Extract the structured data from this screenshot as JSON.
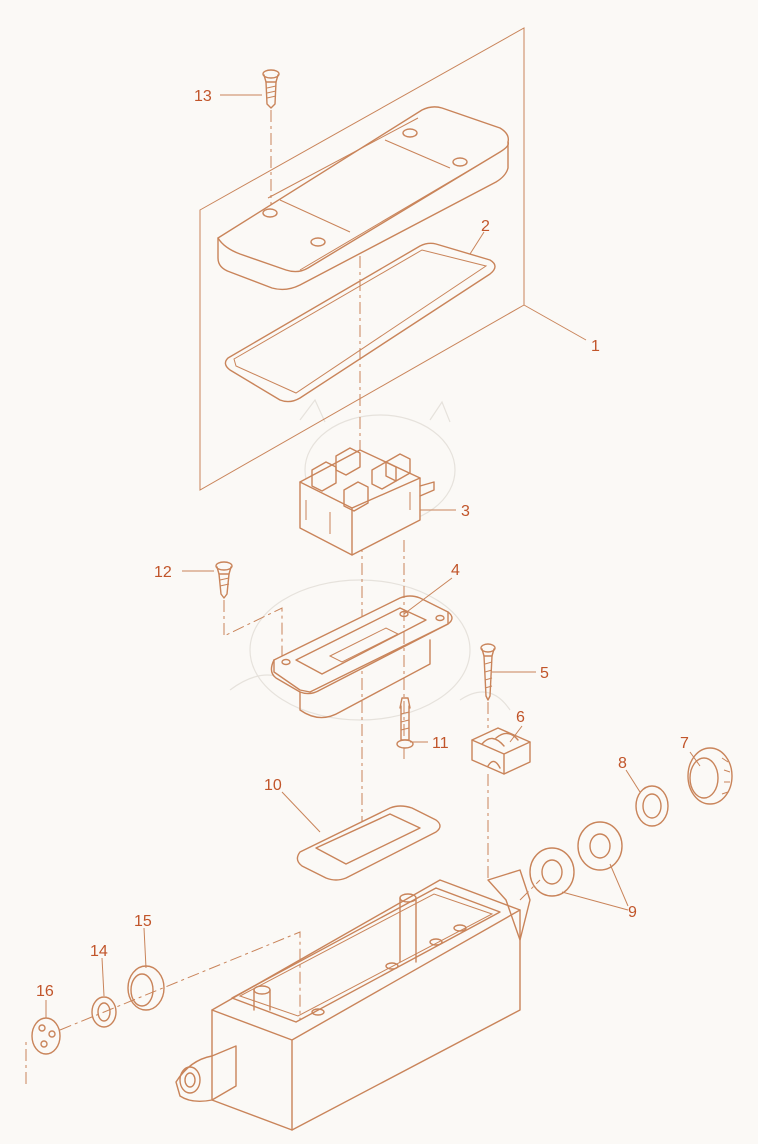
{
  "diagram": {
    "accent_color": "#c1552a",
    "line_color": "#c9845a",
    "background_color": "#fbf9f6",
    "callouts": [
      {
        "id": "1",
        "label": "1"
      },
      {
        "id": "2",
        "label": "2"
      },
      {
        "id": "3",
        "label": "3"
      },
      {
        "id": "4",
        "label": "4"
      },
      {
        "id": "5",
        "label": "5"
      },
      {
        "id": "6",
        "label": "6"
      },
      {
        "id": "7",
        "label": "7"
      },
      {
        "id": "8",
        "label": "8"
      },
      {
        "id": "9",
        "label": "9"
      },
      {
        "id": "10",
        "label": "10"
      },
      {
        "id": "11",
        "label": "11"
      },
      {
        "id": "12",
        "label": "12"
      },
      {
        "id": "13",
        "label": "13"
      },
      {
        "id": "14",
        "label": "14"
      },
      {
        "id": "15",
        "label": "15"
      },
      {
        "id": "16",
        "label": "16"
      }
    ]
  }
}
